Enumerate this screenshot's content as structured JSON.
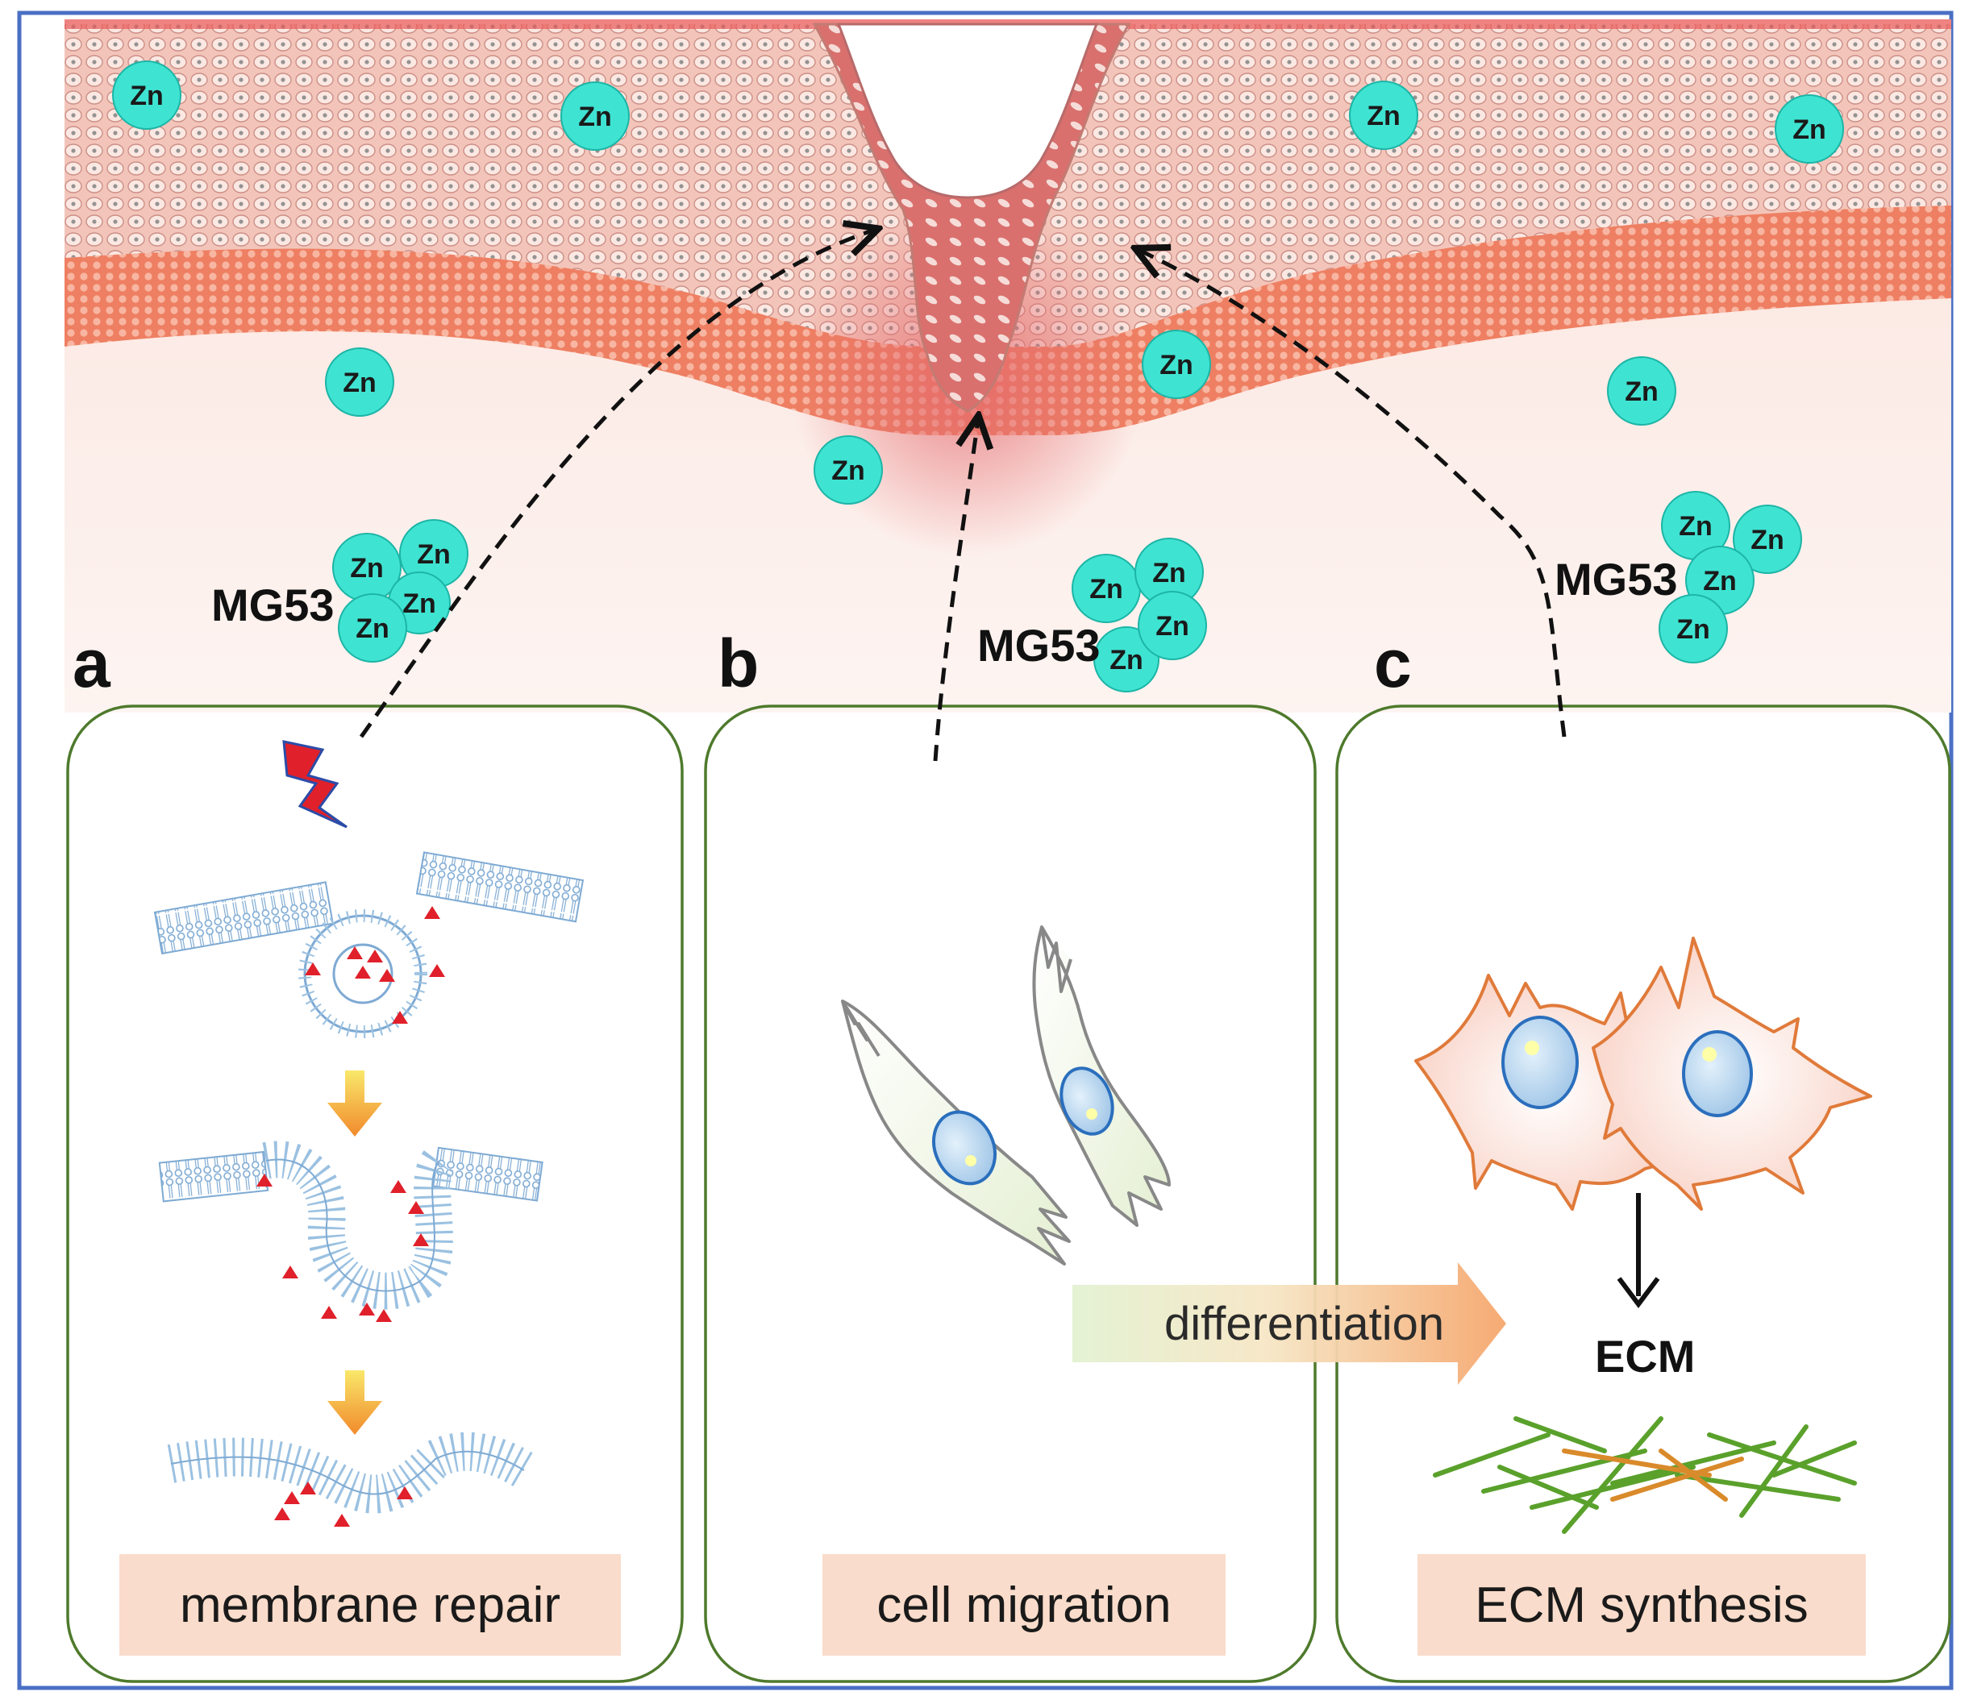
{
  "zn_label": "Zn",
  "mg53_label": "MG53",
  "panels": [
    {
      "letter": "a",
      "caption": "membrane repair"
    },
    {
      "letter": "b",
      "caption": "cell migration"
    },
    {
      "letter": "c",
      "caption": "ECM synthesis"
    }
  ],
  "differentiation_label": "differentiation",
  "ecm_label": "ECM",
  "colors": {
    "frame": "#4a6fc4",
    "panel_border": "#4e7a2c",
    "zn_fill": "#3fe3d2",
    "caption_bg": "#f9dccb",
    "skin_dermis": "#f0a498",
    "skin_band": "#ef8a70",
    "lipid": "#8fb8dc",
    "protein_marker": "#e0202a",
    "fibroblast_outline": "#888888",
    "myofibroblast_outline": "#e07a3a"
  }
}
